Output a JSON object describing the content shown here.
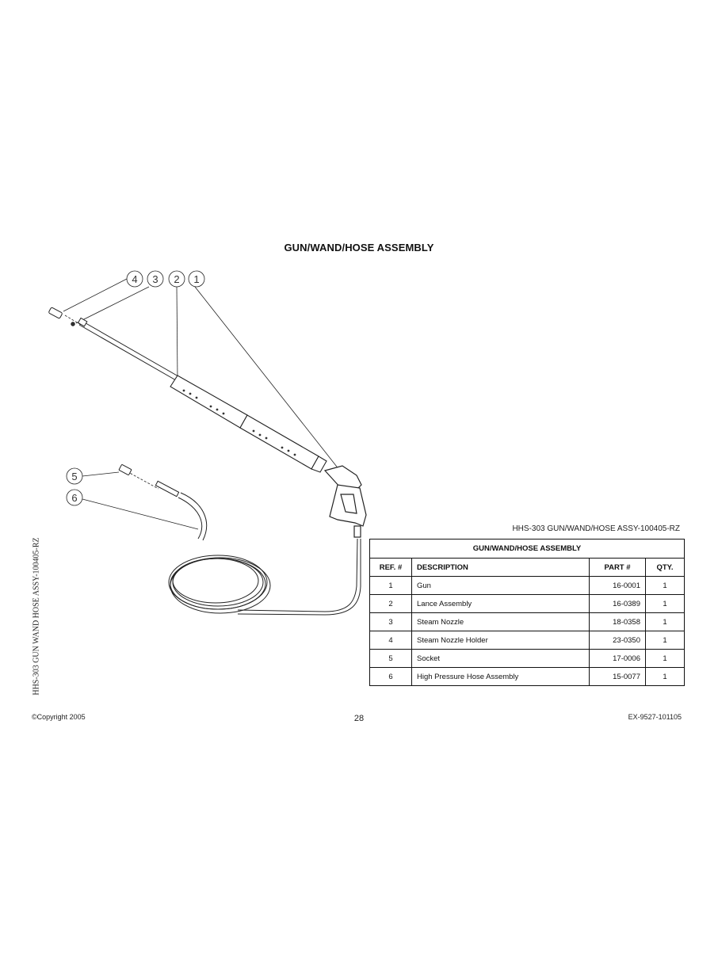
{
  "page": {
    "title": "GUN/WAND/HOSE ASSEMBLY",
    "side_text": "HHS-303 GUN WAND HOSE ASSY-100405-RZ",
    "table_caption": "HHS-303 GUN/WAND/HOSE ASSY-100405-RZ"
  },
  "callouts": [
    "4",
    "3",
    "2",
    "1",
    "5",
    "6"
  ],
  "parts_table": {
    "title": "GUN/WAND/HOSE ASSEMBLY",
    "headers": {
      "ref": "REF. #",
      "description": "DESCRIPTION",
      "part": "PART #",
      "qty": "QTY."
    },
    "rows": [
      {
        "ref": "1",
        "description": "Gun",
        "part": "16-0001",
        "qty": "1"
      },
      {
        "ref": "2",
        "description": "Lance Assembly",
        "part": "16-0389",
        "qty": "1"
      },
      {
        "ref": "3",
        "description": "Steam Nozzle",
        "part": "18-0358",
        "qty": "1"
      },
      {
        "ref": "4",
        "description": "Steam Nozzle Holder",
        "part": "23-0350",
        "qty": "1"
      },
      {
        "ref": "5",
        "description": "Socket",
        "part": "17-0006",
        "qty": "1"
      },
      {
        "ref": "6",
        "description": "High Pressure Hose Assembly",
        "part": "15-0077",
        "qty": "1"
      }
    ]
  },
  "footer": {
    "copyright": "©Copyright 2005",
    "page_number": "28",
    "doc_code": "EX-9527-101105"
  }
}
